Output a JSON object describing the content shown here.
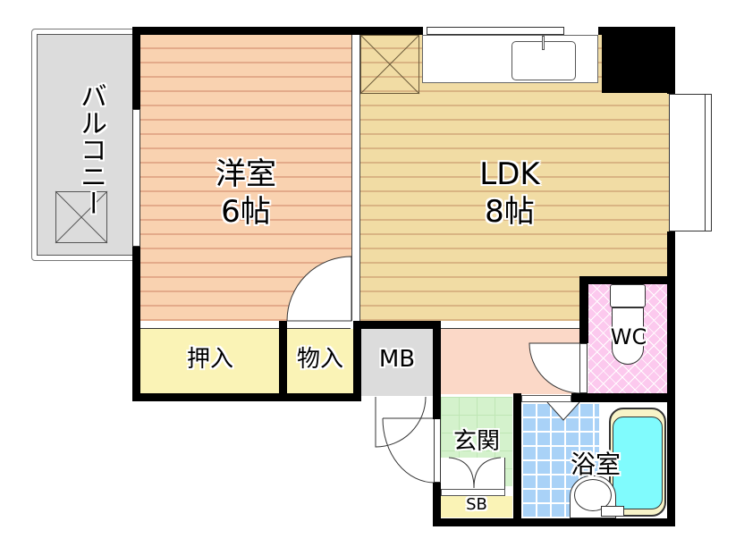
{
  "floor_plan": {
    "rooms": {
      "balcony": {
        "label": "バルコニー"
      },
      "western_room": {
        "name": "洋室",
        "size": "6帖"
      },
      "ldk": {
        "name": "LDK",
        "size": "8帖"
      },
      "closet": {
        "label": "押入"
      },
      "storage": {
        "label": "物入"
      },
      "meter_box": {
        "label": "MB"
      },
      "wc": {
        "label": "WC"
      },
      "entrance": {
        "label": "玄関"
      },
      "shoe_box": {
        "label": "SB"
      },
      "bathroom": {
        "label": "浴室"
      }
    },
    "colors": {
      "western_room_floor": "#f9d2b0",
      "ldk_floor": "#f1dca4",
      "closet": "#faf3b6",
      "meter_box": "#dcdcdc",
      "hallway": "#fbd8c7",
      "entrance": "#d4f2cc",
      "bathroom": "#a9d2f7",
      "wc": "#fcc9ee",
      "bathtub": "#80fbfd",
      "wall": "#000000"
    }
  }
}
